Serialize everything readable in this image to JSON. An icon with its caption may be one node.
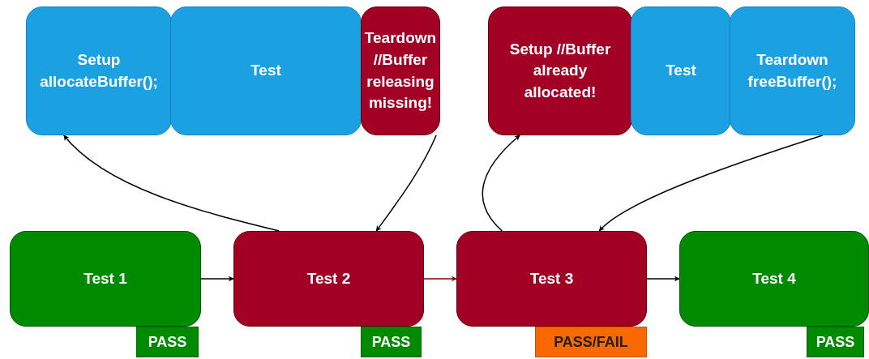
{
  "diagram": {
    "nodes": [
      {
        "text": [
          "Setup allocateBuffer();"
        ]
      },
      {
        "text": [
          "Test"
        ]
      },
      {
        "text": [
          "Teardown //Buffer releasing missing!"
        ]
      },
      {
        "text": [
          "Setup //Buffer already allocated!"
        ]
      },
      {
        "text": [
          "Test"
        ]
      },
      {
        "text": [
          "Teardown freeBuffer();"
        ]
      },
      {
        "text": [
          "Test 1"
        ],
        "beside": [
          "PASS"
        ]
      },
      {
        "text": [
          "Test 2"
        ],
        "beside": [
          "PASS"
        ]
      },
      {
        "text": [
          "Test 3"
        ],
        "beside": [
          "PASS/FAIL"
        ]
      },
      {
        "text": [
          "Test 4"
        ],
        "beside": [
          "PASS"
        ]
      }
    ],
    "edges": [
      {
        "from": 6,
        "to": 7,
        "arrow": "to"
      },
      {
        "from": 7,
        "to": 8,
        "arrow": "to",
        "color": "#800000"
      },
      {
        "from": 8,
        "to": 9,
        "arrow": "to"
      },
      {
        "from": 7,
        "to": 0,
        "arrow": "to"
      },
      {
        "from": 2,
        "to": 7,
        "arrow": "to"
      },
      {
        "from": 8,
        "to": 3,
        "arrow": "to"
      },
      {
        "from": 5,
        "to": 8,
        "arrow": "to"
      }
    ]
  }
}
